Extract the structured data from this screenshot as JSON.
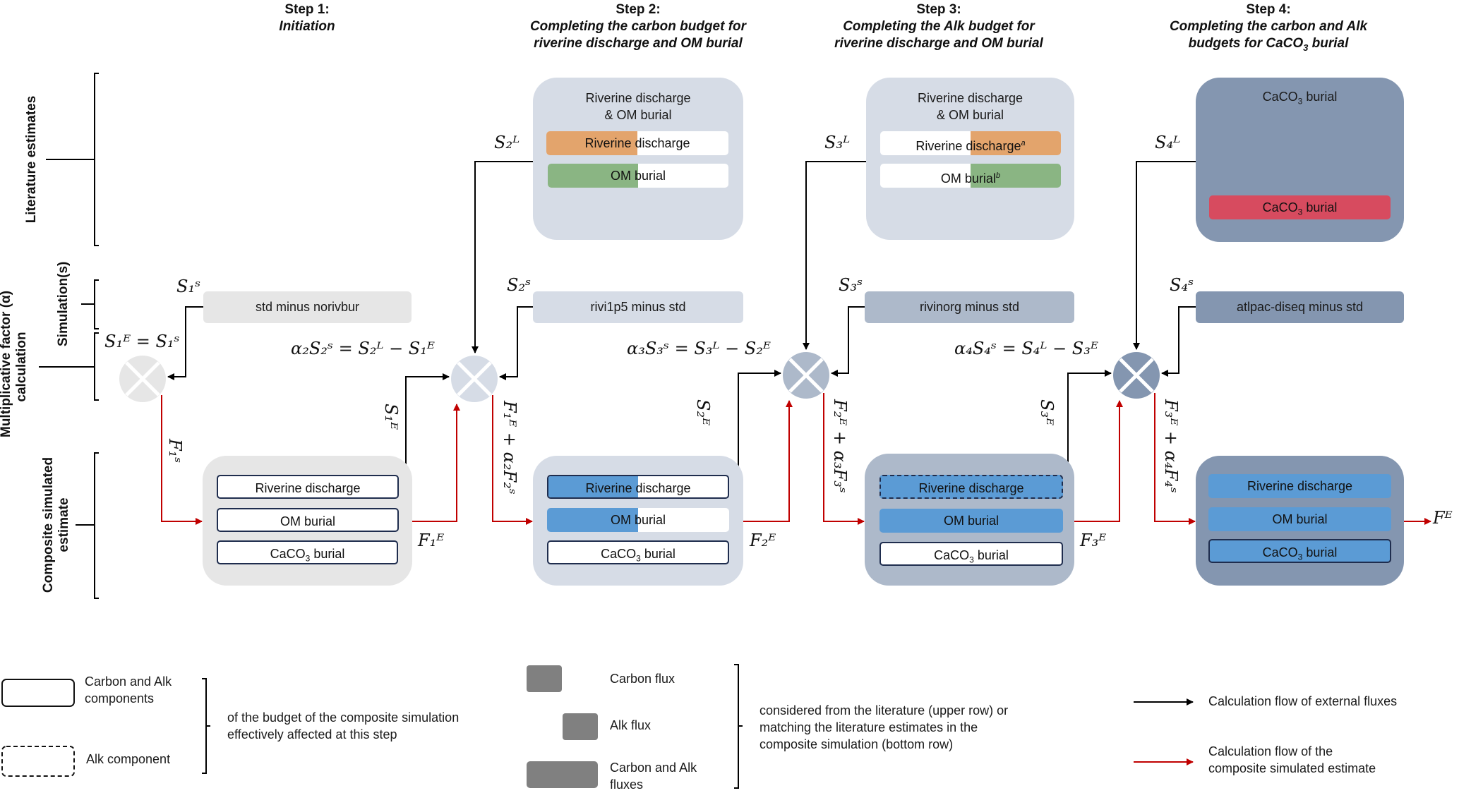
{
  "steps": [
    {
      "title": "Step 1:",
      "subtitle_lines": [
        "Initiation"
      ]
    },
    {
      "title": "Step 2:",
      "subtitle_lines": [
        "Completing the carbon budget for",
        "riverine discharge and OM burial"
      ]
    },
    {
      "title": "Step 3:",
      "subtitle_lines": [
        "Completing the Alk budget for",
        "riverine discharge and OM burial"
      ]
    },
    {
      "title": "Step 4:",
      "subtitle_lines": [
        "Completing the carbon and Alk",
        "budgets for CaCO3 burial"
      ]
    }
  ],
  "row_labels": {
    "literature": "Literature estimates",
    "simulations": "Simulation(s)",
    "multiplicative_line1": "Multiplicative factor (α)",
    "multiplicative_line2": "calculation",
    "composite_line1": "Composite simulated",
    "composite_line2": "estimate"
  },
  "literature_boxes": {
    "step2": {
      "title_line1": "Riverine discharge",
      "title_line2": "& OM burial",
      "bars": [
        {
          "label": "Riverine discharge",
          "fill": "carbon-half",
          "color": "#E3A46C"
        },
        {
          "label": "OM burial",
          "fill": "carbon-half",
          "color": "#8AB583"
        }
      ]
    },
    "step3": {
      "title_line1": "Riverine discharge",
      "title_line2": "& OM burial",
      "bars": [
        {
          "label": "Riverine discharge",
          "superscript": "a",
          "fill": "alk-half",
          "color": "#E3A46C"
        },
        {
          "label": "OM burial",
          "superscript": "b",
          "fill": "alk-half",
          "color": "#8AB583"
        }
      ]
    },
    "step4": {
      "title": "CaCO3 burial",
      "bars": [
        {
          "label": "CaCO3 burial",
          "fill": "full",
          "color": "#D74B5F"
        }
      ]
    }
  },
  "simulation_boxes": [
    {
      "label": "std minus norivbur",
      "color": "#E6E6E6"
    },
    {
      "label": "rivi1p5 minus std",
      "color": "#D6DCE6"
    },
    {
      "label": "rivinorg minus std",
      "color": "#ADB9CA"
    },
    {
      "label": "atlpac-diseq minus std",
      "color": "#8496B0"
    }
  ],
  "composite_boxes": [
    {
      "bg": "#E6E6E6",
      "bars": [
        {
          "label": "Riverine discharge",
          "fill": "none",
          "border": "solid"
        },
        {
          "label": "OM burial",
          "fill": "none",
          "border": "solid"
        },
        {
          "label": "CaCO3 burial",
          "fill": "none",
          "border": "solid"
        }
      ]
    },
    {
      "bg": "#D6DCE6",
      "bars": [
        {
          "label": "Riverine discharge",
          "fill": "carbon-half",
          "border": "solid"
        },
        {
          "label": "OM burial",
          "fill": "carbon-half",
          "border": "none"
        },
        {
          "label": "CaCO3 burial",
          "fill": "none",
          "border": "solid"
        }
      ]
    },
    {
      "bg": "#ADB9CA",
      "bars": [
        {
          "label": "Riverine discharge",
          "fill": "full",
          "border": "dashed"
        },
        {
          "label": "OM burial",
          "fill": "full",
          "border": "none"
        },
        {
          "label": "CaCO3 burial",
          "fill": "none",
          "border": "solid"
        }
      ]
    },
    {
      "bg": "#8496B0",
      "bars": [
        {
          "label": "Riverine discharge",
          "fill": "full",
          "border": "none"
        },
        {
          "label": "OM burial",
          "fill": "full",
          "border": "none"
        },
        {
          "label": "CaCO3 burial",
          "fill": "full",
          "border": "solid"
        }
      ]
    }
  ],
  "circles": [
    {
      "color": "#E6E6E6"
    },
    {
      "color": "#D6DCE6"
    },
    {
      "color": "#ADB9CA"
    },
    {
      "color": "#8496B0"
    }
  ],
  "math_labels": {
    "s1s": "S₁ˢ",
    "eq1": "S₁ᴱ = S₁ˢ",
    "s2l": "S₂ᴸ",
    "s2s": "S₂ˢ",
    "eq2": "α₂S₂ˢ = S₂ᴸ − S₁ᴱ",
    "s3l": "S₃ᴸ",
    "s3s": "S₃ˢ",
    "eq3": "α₃S₃ˢ = S₃ᴸ − S₂ᴱ",
    "s4l": "S₄ᴸ",
    "s4s": "S₄ˢ",
    "eq4": "α₄S₄ˢ = S₄ᴸ − S₃ᴱ",
    "s1e": "S₁ᴱ",
    "s2e": "S₂ᴱ",
    "s3e": "S₃ᴱ",
    "f1s": "F₁ˢ",
    "f1e": "F₁ᴱ",
    "f2e": "F₂ᴱ",
    "f3e": "F₃ᴱ",
    "fe": "Fᴱ",
    "flow2": "F₁ᴱ + α₂F₂ˢ",
    "flow3": "F₂ᴱ + α₃F₃ˢ",
    "flow4": "F₃ᴱ + α₄F₄ˢ"
  },
  "colors": {
    "flux_blue": "#5B9BD5",
    "bar_border": "#1F2D4E",
    "legend_gray": "#808080",
    "black_arrow": "#000000",
    "red_arrow": "#C00000"
  },
  "legend": {
    "components_label_line1": "Carbon and Alk",
    "components_label_line2": "components",
    "alk_component_label": "Alk component",
    "budget_text_line1": "of the budget of the composite simulation",
    "budget_text_line2": "effectively affected at this step",
    "carbon_flux": "Carbon flux",
    "alk_flux": "Alk flux",
    "carbon_alk_fluxes_line1": "Carbon and Alk",
    "carbon_alk_fluxes_line2": "fluxes",
    "considered_line1": "considered from the literature (upper row) or",
    "considered_line2": "matching the literature estimates in the",
    "considered_line3": "composite simulation (bottom row)",
    "black_arrow_label": "Calculation flow of external fluxes",
    "red_arrow_label_line1": "Calculation flow of the",
    "red_arrow_label_line2": "composite simulated estimate"
  }
}
